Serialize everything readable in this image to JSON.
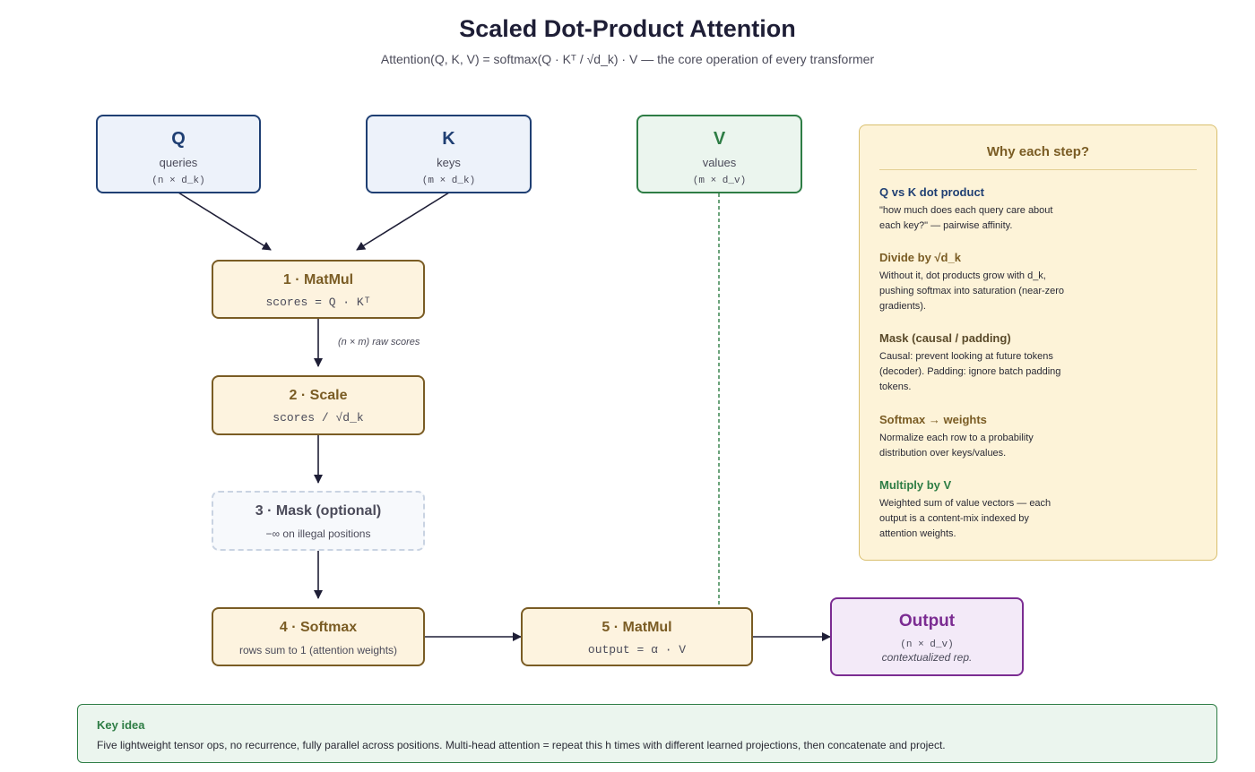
{
  "header": {
    "title": "Scaled Dot-Product Attention",
    "subtitle": "Attention(Q, K, V) = softmax(Q · Kᵀ / √d_k) · V — the core operation of every transformer"
  },
  "inputs": {
    "q": {
      "letter": "Q",
      "word": "queries",
      "dim": "(n × d_k)"
    },
    "k": {
      "letter": "K",
      "word": "keys",
      "dim": "(m × d_k)"
    },
    "v": {
      "letter": "V",
      "word": "values",
      "dim": "(m × d_v)"
    }
  },
  "steps": {
    "matmul1": {
      "title": "1 · MatMul",
      "detail": "scores = Q · Kᵀ"
    },
    "scale": {
      "title": "2 · Scale",
      "detail": "scores / √d_k"
    },
    "mask": {
      "title": "3 · Mask (optional)",
      "detail": "−∞ on illegal positions"
    },
    "softmax": {
      "title": "4 · Softmax",
      "detail": "rows sum to 1 (attention weights)"
    },
    "matmul2": {
      "title": "5 · MatMul",
      "detail": "output = α · V"
    }
  },
  "edge_labels": {
    "raw_scores": "(n × m) raw scores"
  },
  "output": {
    "title": "Output",
    "dim": "(n × d_v)",
    "note": "contextualized rep."
  },
  "panel": {
    "title": "Why each step?",
    "sections": [
      {
        "heading": "Q vs K dot product",
        "text": "\"how much does each query care about each key?\" — pairwise affinity."
      },
      {
        "heading": "Divide by √d_k",
        "text": "Without it, dot products grow with d_k, pushing softmax into saturation (near-zero gradients)."
      },
      {
        "heading": "Mask (causal / padding)",
        "text": "Causal: prevent looking at future tokens (decoder). Padding: ignore batch padding tokens."
      },
      {
        "heading": "Softmax → weights",
        "text": "Normalize each row to a probability distribution over keys/values."
      },
      {
        "heading": "Multiply by V",
        "text": "Weighted sum of value vectors — each output is a content-mix indexed by attention weights."
      }
    ]
  },
  "key_idea": {
    "heading": "Key idea",
    "text": "Five lightweight tensor ops, no recurrence, fully parallel across positions. Multi-head attention = repeat this h times with different learned projections, then concatenate and project."
  },
  "colors": {
    "input_blue": "#1f3f73",
    "value_green": "#2e7d45",
    "step_gold": "#7a5c24",
    "output_purple": "#7b2c92",
    "arrow": "#1e1e36"
  }
}
